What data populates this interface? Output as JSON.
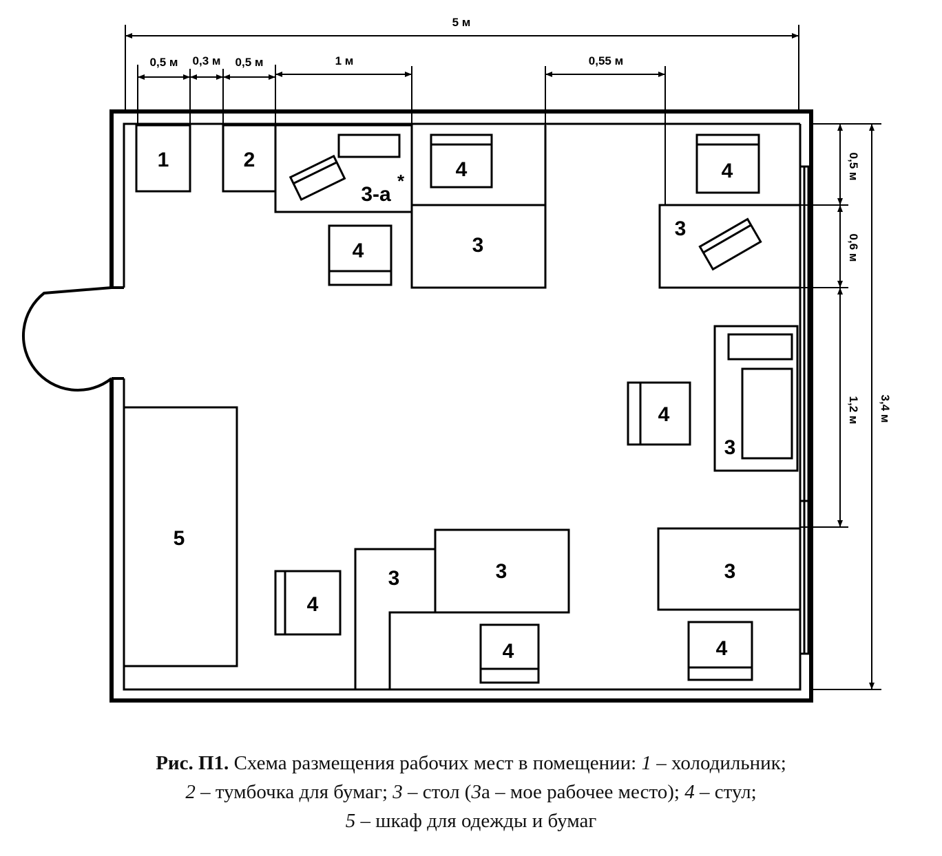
{
  "plan": {
    "dimensions": {
      "total_width": "5 м",
      "fridge_width": "0,5 м",
      "gap": "0,3 м",
      "cabinet_width": "0,5 м",
      "desk_width": "1 м",
      "passage": "0,55 м",
      "wall_segment_1": "0,5 м",
      "wall_segment_2": "0,6 м",
      "wall_segment_3": "1,2 м",
      "total_height": "3,4 м"
    },
    "labels": {
      "fridge": "1",
      "paper_cabinet": "2",
      "my_desk": "3-а",
      "my_desk_star": "*",
      "desk": "3",
      "chair": "4",
      "wardrobe": "5"
    }
  },
  "caption": {
    "fig": "Рис. П1.",
    "t1": " Схема размещения рабочих мест в помещении: ",
    "n1": "1",
    "t2": " – холодильник;",
    "n2": "2",
    "t3": " – тумбочка для бумаг; ",
    "n3": "3",
    "t4": " – стол (",
    "n3a": "3",
    "t5": "а – мое рабочее место); ",
    "n4": "4",
    "t6": " – стул;",
    "n5": "5",
    "t7": " – шкаф для одежды и бумаг"
  }
}
